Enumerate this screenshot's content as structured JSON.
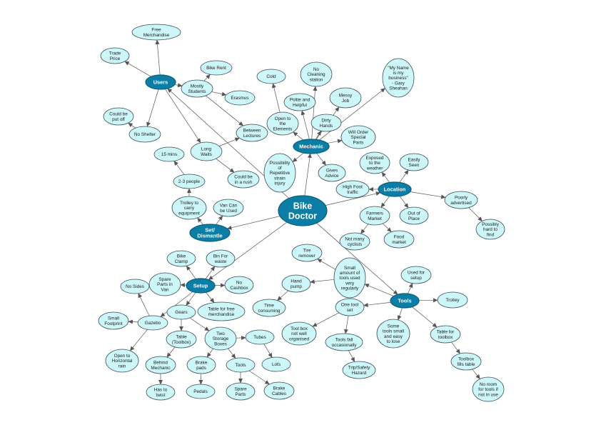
{
  "diagram": {
    "nodes": [
      {
        "id": "bike-doctor",
        "label": "Bike\nDoctor",
        "kind": "center"
      },
      {
        "id": "users",
        "label": "Users",
        "kind": "hub"
      },
      {
        "id": "mechanic",
        "label": "Mechanic",
        "kind": "hub"
      },
      {
        "id": "location",
        "label": "Location",
        "kind": "hub"
      },
      {
        "id": "set-dismantle",
        "label": "Set/\nDismantle",
        "kind": "hub"
      },
      {
        "id": "setup",
        "label": "Setup",
        "kind": "hub"
      },
      {
        "id": "tools",
        "label": "Tools",
        "kind": "hub"
      },
      {
        "id": "free-merchandise",
        "label": "Free\nMerchandise",
        "kind": "leaf"
      },
      {
        "id": "trade-price",
        "label": "Trade\nPrice",
        "kind": "leaf"
      },
      {
        "id": "could-be-put-off",
        "label": "Could be\nput off",
        "kind": "leaf"
      },
      {
        "id": "no-shelter",
        "label": "No Shelter",
        "kind": "leaf"
      },
      {
        "id": "mostly-students",
        "label": "Mostly\nStudents",
        "kind": "leaf"
      },
      {
        "id": "bike-rent",
        "label": "Bike Rent",
        "kind": "leaf"
      },
      {
        "id": "erasmus",
        "label": "Erasmus",
        "kind": "leaf"
      },
      {
        "id": "between-lectures",
        "label": "Between\nLectures",
        "kind": "leaf"
      },
      {
        "id": "long-waits",
        "label": "Long\nWaits",
        "kind": "leaf"
      },
      {
        "id": "could-be-in-a-rush",
        "label": "Could be\nin a rush",
        "kind": "leaf"
      },
      {
        "id": "15-mins",
        "label": "15 mins",
        "kind": "leaf"
      },
      {
        "id": "2-3-people",
        "label": "2-3 people",
        "kind": "leaf"
      },
      {
        "id": "cold",
        "label": "Cold",
        "kind": "leaf"
      },
      {
        "id": "no-cleaning-station",
        "label": "No\nCleaning\nstation",
        "kind": "leaf"
      },
      {
        "id": "my-name-is",
        "label": "\"My Name\nis my\nbusiness\"\n- Gary\nSheahan",
        "kind": "leaf"
      },
      {
        "id": "polite-and-helpful",
        "label": "Polite and\nHelpful",
        "kind": "leaf"
      },
      {
        "id": "messy-job",
        "label": "Messy\nJob",
        "kind": "leaf"
      },
      {
        "id": "open-to-the-elements",
        "label": "Open to\nthe\nElements",
        "kind": "leaf"
      },
      {
        "id": "dirty-hands",
        "label": "Dirty\nHands",
        "kind": "leaf"
      },
      {
        "id": "will-order-special-parts",
        "label": "Will Order\nSpecial\nParts",
        "kind": "leaf"
      },
      {
        "id": "possibility-rsi",
        "label": "Possibility\nof\nRepetitive\nstrain\ninjury",
        "kind": "leaf"
      },
      {
        "id": "gives-advice",
        "label": "Gives\nAdvice",
        "kind": "leaf"
      },
      {
        "id": "exposed-to-the-weather",
        "label": "Exposed\nto the\nweather",
        "kind": "leaf"
      },
      {
        "id": "easily-seen",
        "label": "Easily\nSeen",
        "kind": "leaf"
      },
      {
        "id": "high-foot-traffic",
        "label": "High Foot\ntraffic",
        "kind": "leaf"
      },
      {
        "id": "poorly-advertised",
        "label": "Poorly\nadvertised",
        "kind": "leaf"
      },
      {
        "id": "possibly-hard-to-find",
        "label": "Possibly\nhard to\nfind",
        "kind": "leaf"
      },
      {
        "id": "farmers-market",
        "label": "Farmers\nMarket",
        "kind": "leaf"
      },
      {
        "id": "out-of-place",
        "label": "Out of\nPlace",
        "kind": "leaf"
      },
      {
        "id": "not-many-cyclists",
        "label": "Not many\ncyclists",
        "kind": "leaf"
      },
      {
        "id": "food-market",
        "label": "Food\nmarket",
        "kind": "leaf"
      },
      {
        "id": "trolley-to-carry-equipment",
        "label": "Trolley to\ncarry\nequipment",
        "kind": "leaf"
      },
      {
        "id": "van-can-be-used",
        "label": "Van Can\nbe Used",
        "kind": "leaf"
      },
      {
        "id": "bike-clamp",
        "label": "Bike\nClamp",
        "kind": "leaf"
      },
      {
        "id": "bin-for-waste",
        "label": "Bin For\nwaste",
        "kind": "leaf"
      },
      {
        "id": "spare-parts-in-van",
        "label": "Spare\nParts in\nVan",
        "kind": "leaf"
      },
      {
        "id": "no-cashbox",
        "label": "No\nCashbox",
        "kind": "leaf"
      },
      {
        "id": "no-sides",
        "label": "No Sides",
        "kind": "leaf"
      },
      {
        "id": "gears",
        "label": "Gears",
        "kind": "leaf"
      },
      {
        "id": "table-for-free-merchandise",
        "label": "Table for free\nmerchandise",
        "kind": "leaf"
      },
      {
        "id": "small-footprint",
        "label": "Small\nFootprint",
        "kind": "leaf"
      },
      {
        "id": "gazebo",
        "label": "Gazebo",
        "kind": "leaf"
      },
      {
        "id": "table-toolbox",
        "label": "Table\n(Toolbox)",
        "kind": "leaf"
      },
      {
        "id": "two-storage-boxes",
        "label": "Two\nStorage\nBoxes",
        "kind": "leaf"
      },
      {
        "id": "tubes",
        "label": "Tubes",
        "kind": "leaf"
      },
      {
        "id": "open-to-horizontal-rain",
        "label": "Open to\nHorizontal\nrain",
        "kind": "leaf"
      },
      {
        "id": "behind-mechanic",
        "label": "Behind\nMechanic",
        "kind": "leaf"
      },
      {
        "id": "brake-pads",
        "label": "Brake\npads",
        "kind": "leaf"
      },
      {
        "id": "tools-leaf",
        "label": "Tools",
        "kind": "leaf"
      },
      {
        "id": "lots",
        "label": "Lots",
        "kind": "leaf"
      },
      {
        "id": "has-to-twist",
        "label": "Has to\ntwist",
        "kind": "leaf"
      },
      {
        "id": "pedals",
        "label": "Pedals",
        "kind": "leaf"
      },
      {
        "id": "spare-parts",
        "label": "Spare\nParts",
        "kind": "leaf"
      },
      {
        "id": "brake-cables",
        "label": "Brake\nCables",
        "kind": "leaf"
      },
      {
        "id": "tire-remover",
        "label": "Tire\nremover",
        "kind": "leaf"
      },
      {
        "id": "small-amount-of-tools",
        "label": "Small\namount of\ntools used\nvery\nregularly",
        "kind": "leaf"
      },
      {
        "id": "used-for-setup",
        "label": "Used for\nsetup",
        "kind": "leaf"
      },
      {
        "id": "hand-pump",
        "label": "Hand\npump",
        "kind": "leaf"
      },
      {
        "id": "trolley",
        "label": "Trolley",
        "kind": "leaf"
      },
      {
        "id": "time-consuming",
        "label": "Time\nconsuming",
        "kind": "leaf"
      },
      {
        "id": "one-tool-set",
        "label": "One tool\nset",
        "kind": "leaf"
      },
      {
        "id": "tool-box-not-well-organised",
        "label": "Tool box\nnot well\norganised",
        "kind": "leaf"
      },
      {
        "id": "tools-fall-occasionally",
        "label": "Tools fall\noccasionally",
        "kind": "leaf"
      },
      {
        "id": "some-tools-small",
        "label": "Some\ntools small\nand easy\nto lose",
        "kind": "leaf"
      },
      {
        "id": "table-for-toolbox",
        "label": "Table for\ntoolbox",
        "kind": "leaf"
      },
      {
        "id": "trip-safety-hazard",
        "label": "Trip/Safety\nHazard",
        "kind": "leaf"
      },
      {
        "id": "toolbox-fills-table",
        "label": "Toolbox\nfills table",
        "kind": "leaf"
      },
      {
        "id": "no-room-for-tools",
        "label": "No room\nfor tools if\nnot in use",
        "kind": "leaf"
      }
    ],
    "edges": [
      [
        "bike-doctor",
        "users"
      ],
      [
        "bike-doctor",
        "mechanic"
      ],
      [
        "bike-doctor",
        "location"
      ],
      [
        "bike-doctor",
        "set-dismantle"
      ],
      [
        "bike-doctor",
        "setup"
      ],
      [
        "bike-doctor",
        "tools"
      ],
      [
        "users",
        "free-merchandise"
      ],
      [
        "users",
        "trade-price"
      ],
      [
        "users",
        "no-shelter"
      ],
      [
        "users",
        "mostly-students"
      ],
      [
        "users",
        "long-waits"
      ],
      [
        "no-shelter",
        "could-be-put-off"
      ],
      [
        "mostly-students",
        "bike-rent"
      ],
      [
        "mostly-students",
        "erasmus"
      ],
      [
        "mostly-students",
        "between-lectures"
      ],
      [
        "long-waits",
        "between-lectures"
      ],
      [
        "long-waits",
        "could-be-in-a-rush"
      ],
      [
        "mechanic",
        "open-to-the-elements"
      ],
      [
        "mechanic",
        "polite-and-helpful"
      ],
      [
        "mechanic",
        "no-cleaning-station"
      ],
      [
        "mechanic",
        "messy-job"
      ],
      [
        "mechanic",
        "dirty-hands"
      ],
      [
        "mechanic",
        "my-name-is"
      ],
      [
        "mechanic",
        "will-order-special-parts"
      ],
      [
        "mechanic",
        "possibility-rsi"
      ],
      [
        "mechanic",
        "gives-advice"
      ],
      [
        "open-to-the-elements",
        "cold"
      ],
      [
        "location",
        "exposed-to-the-weather"
      ],
      [
        "location",
        "easily-seen"
      ],
      [
        "location",
        "high-foot-traffic"
      ],
      [
        "location",
        "poorly-advertised"
      ],
      [
        "location",
        "farmers-market"
      ],
      [
        "location",
        "out-of-place"
      ],
      [
        "poorly-advertised",
        "possibly-hard-to-find"
      ],
      [
        "farmers-market",
        "not-many-cyclists"
      ],
      [
        "farmers-market",
        "food-market"
      ],
      [
        "set-dismantle",
        "trolley-to-carry-equipment"
      ],
      [
        "set-dismantle",
        "van-can-be-used"
      ],
      [
        "trolley-to-carry-equipment",
        "2-3-people"
      ],
      [
        "2-3-people",
        "15-mins"
      ],
      [
        "setup",
        "bike-clamp"
      ],
      [
        "setup",
        "bin-for-waste"
      ],
      [
        "setup",
        "spare-parts-in-van"
      ],
      [
        "setup",
        "no-cashbox"
      ],
      [
        "setup",
        "gears"
      ],
      [
        "setup",
        "table-for-free-merchandise"
      ],
      [
        "setup",
        "gazebo"
      ],
      [
        "gazebo",
        "no-sides"
      ],
      [
        "gazebo",
        "small-footprint"
      ],
      [
        "gazebo",
        "open-to-horizontal-rain"
      ],
      [
        "gears",
        "table-toolbox"
      ],
      [
        "gears",
        "two-storage-boxes"
      ],
      [
        "table-toolbox",
        "behind-mechanic"
      ],
      [
        "behind-mechanic",
        "has-to-twist"
      ],
      [
        "two-storage-boxes",
        "tubes"
      ],
      [
        "two-storage-boxes",
        "brake-pads"
      ],
      [
        "two-storage-boxes",
        "tools-leaf"
      ],
      [
        "tubes",
        "lots"
      ],
      [
        "brake-pads",
        "pedals"
      ],
      [
        "tools-leaf",
        "spare-parts"
      ],
      [
        "tools-leaf",
        "brake-cables"
      ],
      [
        "tools",
        "small-amount-of-tools"
      ],
      [
        "tools",
        "used-for-setup"
      ],
      [
        "tools",
        "trolley"
      ],
      [
        "tools",
        "one-tool-set"
      ],
      [
        "tools",
        "some-tools-small"
      ],
      [
        "tools",
        "table-for-toolbox"
      ],
      [
        "small-amount-of-tools",
        "tire-remover"
      ],
      [
        "small-amount-of-tools",
        "hand-pump"
      ],
      [
        "hand-pump",
        "time-consuming"
      ],
      [
        "one-tool-set",
        "tool-box-not-well-organised"
      ],
      [
        "one-tool-set",
        "tools-fall-occasionally"
      ],
      [
        "tools-fall-occasionally",
        "trip-safety-hazard"
      ],
      [
        "table-for-toolbox",
        "toolbox-fills-table"
      ],
      [
        "toolbox-fills-table",
        "no-room-for-tools"
      ]
    ]
  }
}
